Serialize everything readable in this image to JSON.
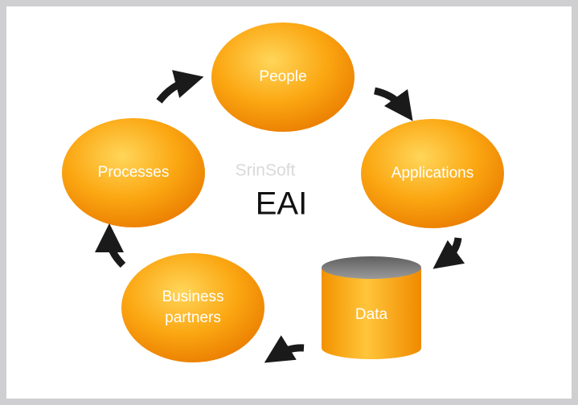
{
  "diagram": {
    "center_label": "EAI",
    "watermark": "SrinSoft",
    "nodes": {
      "people": "People",
      "applications": "Applications",
      "data": "Data",
      "business_partners_line1": "Business",
      "business_partners_line2": "partners",
      "processes": "Processes"
    },
    "colors": {
      "node_fill_light": "#ffcf4a",
      "node_fill_dark": "#f18a00",
      "arrow": "#1a1a1a",
      "cylinder_top": "#7a7a7a"
    }
  }
}
